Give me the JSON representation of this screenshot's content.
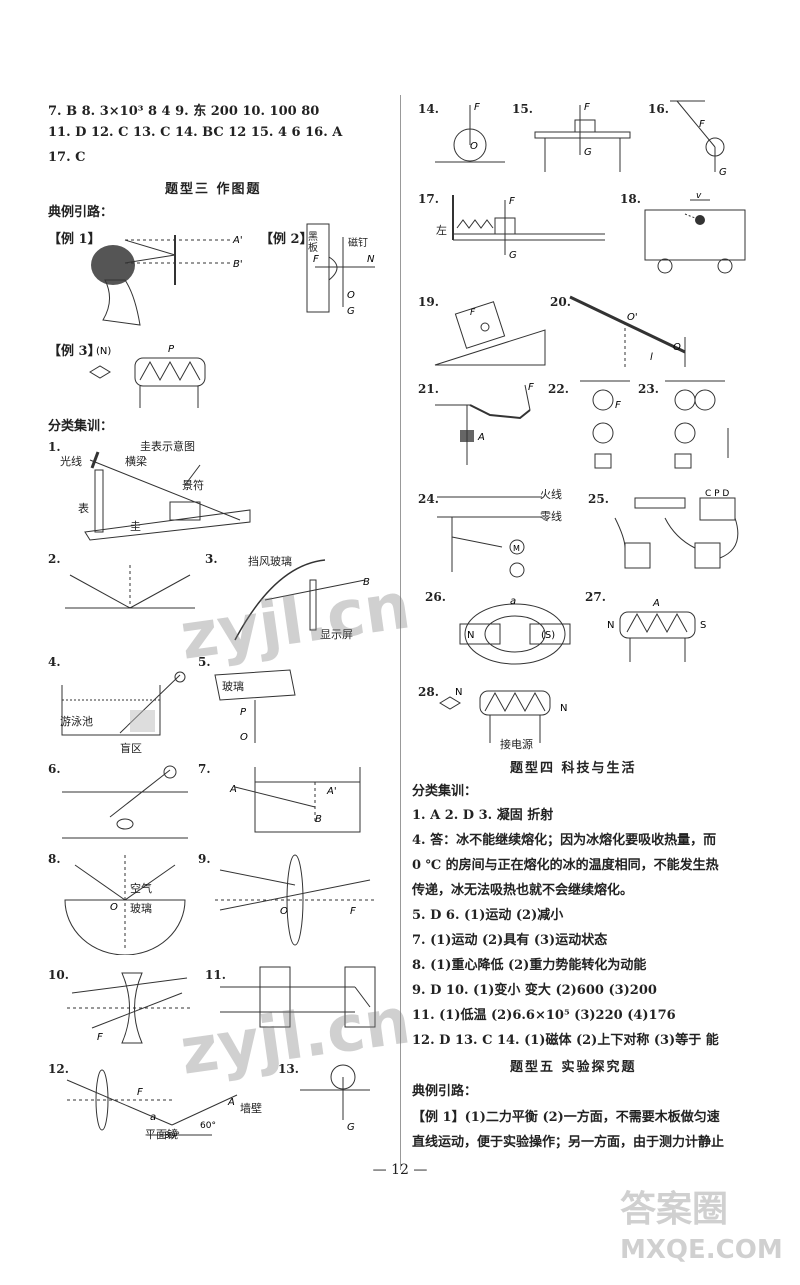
{
  "top_answers": {
    "line1": "7. B   8. 3×10³   8   4   9. 东   200   10. 100   80",
    "line2": "11. D   12. C   13. C   14. BC   12   15. 4   6   16. A",
    "line3": "17. C"
  },
  "section3": {
    "title": "题型三   作图题",
    "example_label": "典例引路：",
    "ex1": "【例 1】",
    "ex2": "【例 2】",
    "ex3": "【例 3】",
    "practice_label": "分类集训："
  },
  "fig_labels": {
    "f1_title": "圭表示意图",
    "f1_light": "光线",
    "f1_beam": "横梁",
    "f1_jingfu": "景符",
    "f1_biao": "表",
    "f1_gui": "圭",
    "f3_glass": "挡风玻璃",
    "f3_screen": "显示屏",
    "f4_pool": "游泳池",
    "f4_blind": "盲区",
    "f5_glass": "玻璃",
    "f8_air": "空气",
    "f8_glass": "玻璃",
    "f12_mirror": "平面镜",
    "f13_wall": "墙壁",
    "ex2_board": "黑板",
    "ex2_nail": "磁钉",
    "f24_live": "火线",
    "f24_neutral": "零线",
    "f28_power": "接电源",
    "f17_left": "左"
  },
  "fig_numbers": [
    "1.",
    "2.",
    "3.",
    "4.",
    "5.",
    "6.",
    "7.",
    "8.",
    "9.",
    "10.",
    "11.",
    "12.",
    "13.",
    "14.",
    "15.",
    "16.",
    "17.",
    "18.",
    "19.",
    "20.",
    "21.",
    "22.",
    "23.",
    "24.",
    "25.",
    "26.",
    "27.",
    "28."
  ],
  "section4": {
    "title": "题型四   科技与生活",
    "practice_label": "分类集训：",
    "lines": [
      "1. A   2. D   3. 凝固   折射",
      "4. 答：冰不能继续熔化；因为冰熔化要吸收热量，而",
      "0 ℃ 的房间与正在熔化的冰的温度相同，不能发生热",
      "传递，冰无法吸热也就不会继续熔化。",
      "5. D   6. (1)运动   (2)减小",
      "7. (1)运动   (2)具有   (3)运动状态",
      "8. (1)重心降低   (2)重力势能转化为动能",
      "9. D   10. (1)变小   变大   (2)600   (3)200",
      "11. (1)低温   (2)6.6×10⁵   (3)220   (4)176",
      "12. D   13. C   14. (1)磁体   (2)上下对称   (3)等于   能"
    ]
  },
  "section5": {
    "title": "题型五   实验探究题",
    "example_label": "典例引路：",
    "lines": [
      "【例 1】(1)二力平衡   (2)一方面，不需要木板做匀速",
      "直线运动，便于实验操作；另一方面，由于测力计静止"
    ]
  },
  "page_number": "— 12 —",
  "watermarks": [
    "zyjl.cn",
    "zyjl.cn",
    "答案圈",
    "MXQE.COM"
  ]
}
